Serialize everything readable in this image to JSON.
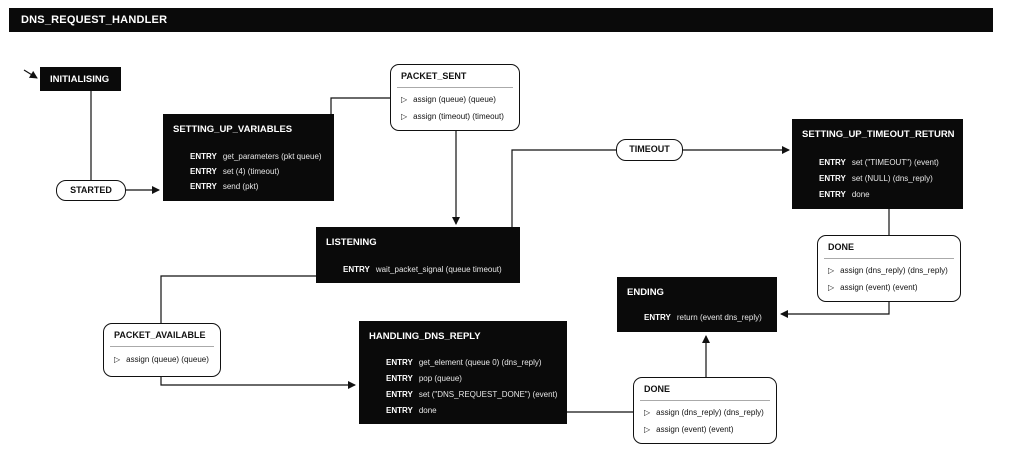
{
  "title": "DNS_REQUEST_HANDLER",
  "states": {
    "initialising": {
      "name": "INITIALISING",
      "entries": []
    },
    "setting_up_variables": {
      "name": "SETTING_UP_VARIABLES",
      "entries": [
        {
          "keyword": "ENTRY",
          "action": "get_parameters (pkt queue)"
        },
        {
          "keyword": "ENTRY",
          "action": "set (4) (timeout)"
        },
        {
          "keyword": "ENTRY",
          "action": "send (pkt)"
        }
      ]
    },
    "listening": {
      "name": "LISTENING",
      "entries": [
        {
          "keyword": "ENTRY",
          "action": "wait_packet_signal (queue timeout)"
        }
      ]
    },
    "handling_dns_reply": {
      "name": "HANDLING_DNS_REPLY",
      "entries": [
        {
          "keyword": "ENTRY",
          "action": "get_element (queue 0) (dns_reply)"
        },
        {
          "keyword": "ENTRY",
          "action": "pop (queue)"
        },
        {
          "keyword": "ENTRY",
          "action": "set (\"DNS_REQUEST_DONE\") (event)"
        },
        {
          "keyword": "ENTRY",
          "action": "done"
        }
      ]
    },
    "ending": {
      "name": "ENDING",
      "entries": [
        {
          "keyword": "ENTRY",
          "action": "return (event dns_reply)"
        }
      ]
    },
    "setting_up_timeout_return": {
      "name": "SETTING_UP_TIMEOUT_RETURN",
      "entries": [
        {
          "keyword": "ENTRY",
          "action": "set (\"TIMEOUT\") (event)"
        },
        {
          "keyword": "ENTRY",
          "action": "set (NULL) (dns_reply)"
        },
        {
          "keyword": "ENTRY",
          "action": "done"
        }
      ]
    }
  },
  "transitions": {
    "started": {
      "name": "STARTED"
    },
    "timeout": {
      "name": "TIMEOUT"
    },
    "packet_sent": {
      "name": "PACKET_SENT",
      "actions": [
        "assign (queue) (queue)",
        "assign (timeout) (timeout)"
      ]
    },
    "packet_available": {
      "name": "PACKET_AVAILABLE",
      "actions": [
        "assign (queue) (queue)"
      ]
    },
    "done_upper": {
      "name": "DONE",
      "actions": [
        "assign (dns_reply) (dns_reply)",
        "assign (event) (event)"
      ]
    },
    "done_lower": {
      "name": "DONE",
      "actions": [
        "assign (dns_reply) (dns_reply)",
        "assign (event) (event)"
      ]
    }
  },
  "icons": {
    "action_marker": "play-triangle-icon",
    "initial_marker": "initial-state-icon"
  }
}
